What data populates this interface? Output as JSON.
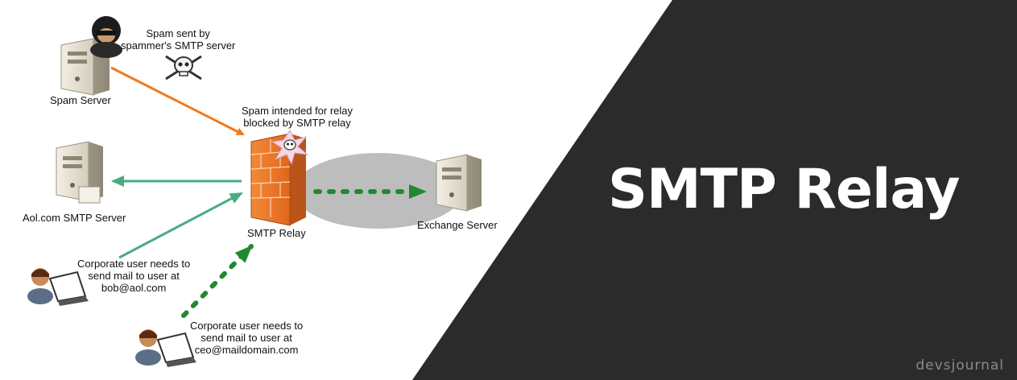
{
  "banner": {
    "title": "SMTP Relay",
    "brand": "devsjournal",
    "background": "#2b2b2b"
  },
  "nodes": {
    "spam_server": "Spam Server",
    "aol_server": "Aol.com SMTP Server",
    "smtp_relay": "SMTP Relay",
    "exchange_server": "Exchange Server"
  },
  "annotations": {
    "spam_sent": [
      "Spam sent by",
      "spammer's SMTP server"
    ],
    "spam_blocked": [
      "Spam intended for relay",
      "blocked by SMTP relay"
    ],
    "user1": [
      "Corporate user needs to",
      "send mail to user at",
      "bob@aol.com"
    ],
    "user2": [
      "Corporate user needs to",
      "send mail to user at",
      "ceo@maildomain.com"
    ]
  },
  "colors": {
    "spam_arrow": "#f07a1e",
    "relay_arrow": "#4aab80",
    "internal_arrow": "#1e8a2e",
    "firewall": "#e8701f"
  }
}
